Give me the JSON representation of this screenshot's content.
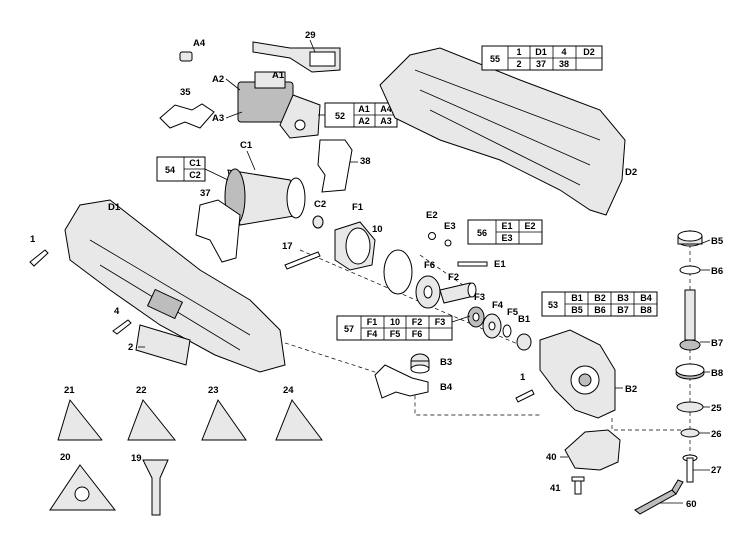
{
  "labels": {
    "A4": "A4",
    "A1": "A1",
    "A2": "A2",
    "A3": "A3",
    "29": "29",
    "35": "35",
    "C1": "C1",
    "C2": "C2",
    "38": "38",
    "37": "37",
    "D1": "D1",
    "D2": "D2",
    "F1": "F1",
    "E2": "E2",
    "E3": "E3",
    "E1": "E1",
    "10": "10",
    "17": "17",
    "F6": "F6",
    "F2": "F2",
    "F3": "F3",
    "F4": "F4",
    "F5": "F5",
    "B1": "B1",
    "B3": "B3",
    "B4": "B4",
    "B2": "B2",
    "B5": "B5",
    "B6": "B6",
    "B7": "B7",
    "B8": "B8",
    "25": "25",
    "26": "26",
    "27": "27",
    "1a": "1",
    "1b": "1",
    "4": "4",
    "2": "2",
    "21": "21",
    "22": "22",
    "23": "23",
    "24": "24",
    "20": "20",
    "19": "19",
    "40": "40",
    "41": "41",
    "60": "60"
  },
  "tables": {
    "t55": {
      "id": "55",
      "rows": [
        [
          "1",
          "D1",
          "4",
          "D2"
        ],
        [
          "2",
          "37",
          "38",
          ""
        ]
      ]
    },
    "t52": {
      "id": "52",
      "rows": [
        [
          "A1",
          "A4"
        ],
        [
          "A2",
          "A3"
        ]
      ]
    },
    "t54": {
      "id": "54",
      "rows": [
        [
          "C1"
        ],
        [
          "C2"
        ]
      ]
    },
    "t56": {
      "id": "56",
      "rows": [
        [
          "E1",
          "E2"
        ],
        [
          "E3",
          ""
        ]
      ]
    },
    "t53": {
      "id": "53",
      "rows": [
        [
          "B1",
          "B2",
          "B3",
          "B4"
        ],
        [
          "B5",
          "B6",
          "B7",
          "B8"
        ]
      ]
    },
    "t57": {
      "id": "57",
      "rows": [
        [
          "F1",
          "10",
          "F2",
          "F3"
        ],
        [
          "F4",
          "F5",
          "F6",
          ""
        ]
      ]
    }
  }
}
